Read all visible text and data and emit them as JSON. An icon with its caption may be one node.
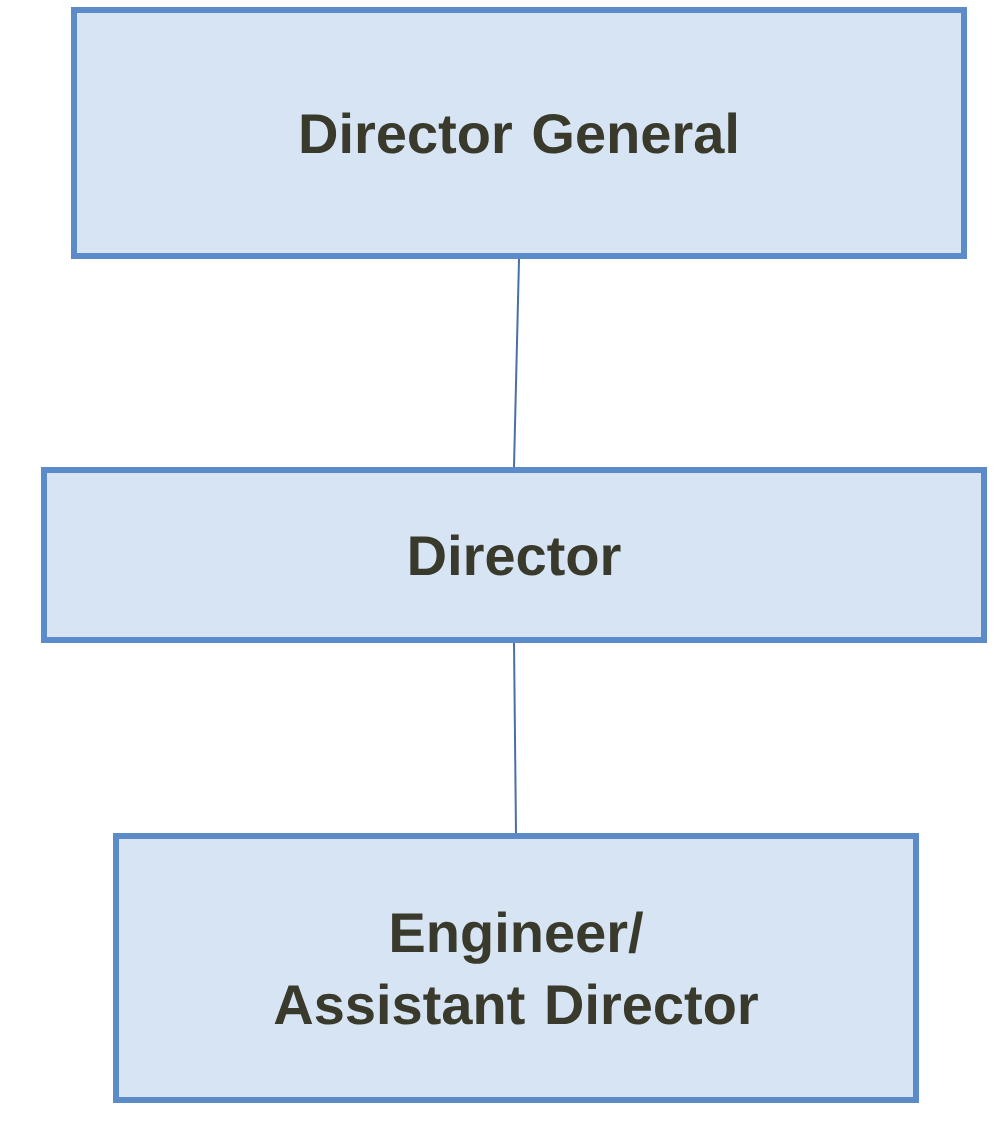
{
  "diagram": {
    "nodes": [
      {
        "text": [
          "Director General"
        ]
      },
      {
        "text": [
          "Director"
        ]
      },
      {
        "text": [
          "Engineer/ Assistant Director"
        ]
      }
    ],
    "edges": [
      {
        "from": 0,
        "to": 1,
        "arrow": "none"
      },
      {
        "from": 1,
        "to": 2,
        "arrow": "none"
      }
    ]
  }
}
